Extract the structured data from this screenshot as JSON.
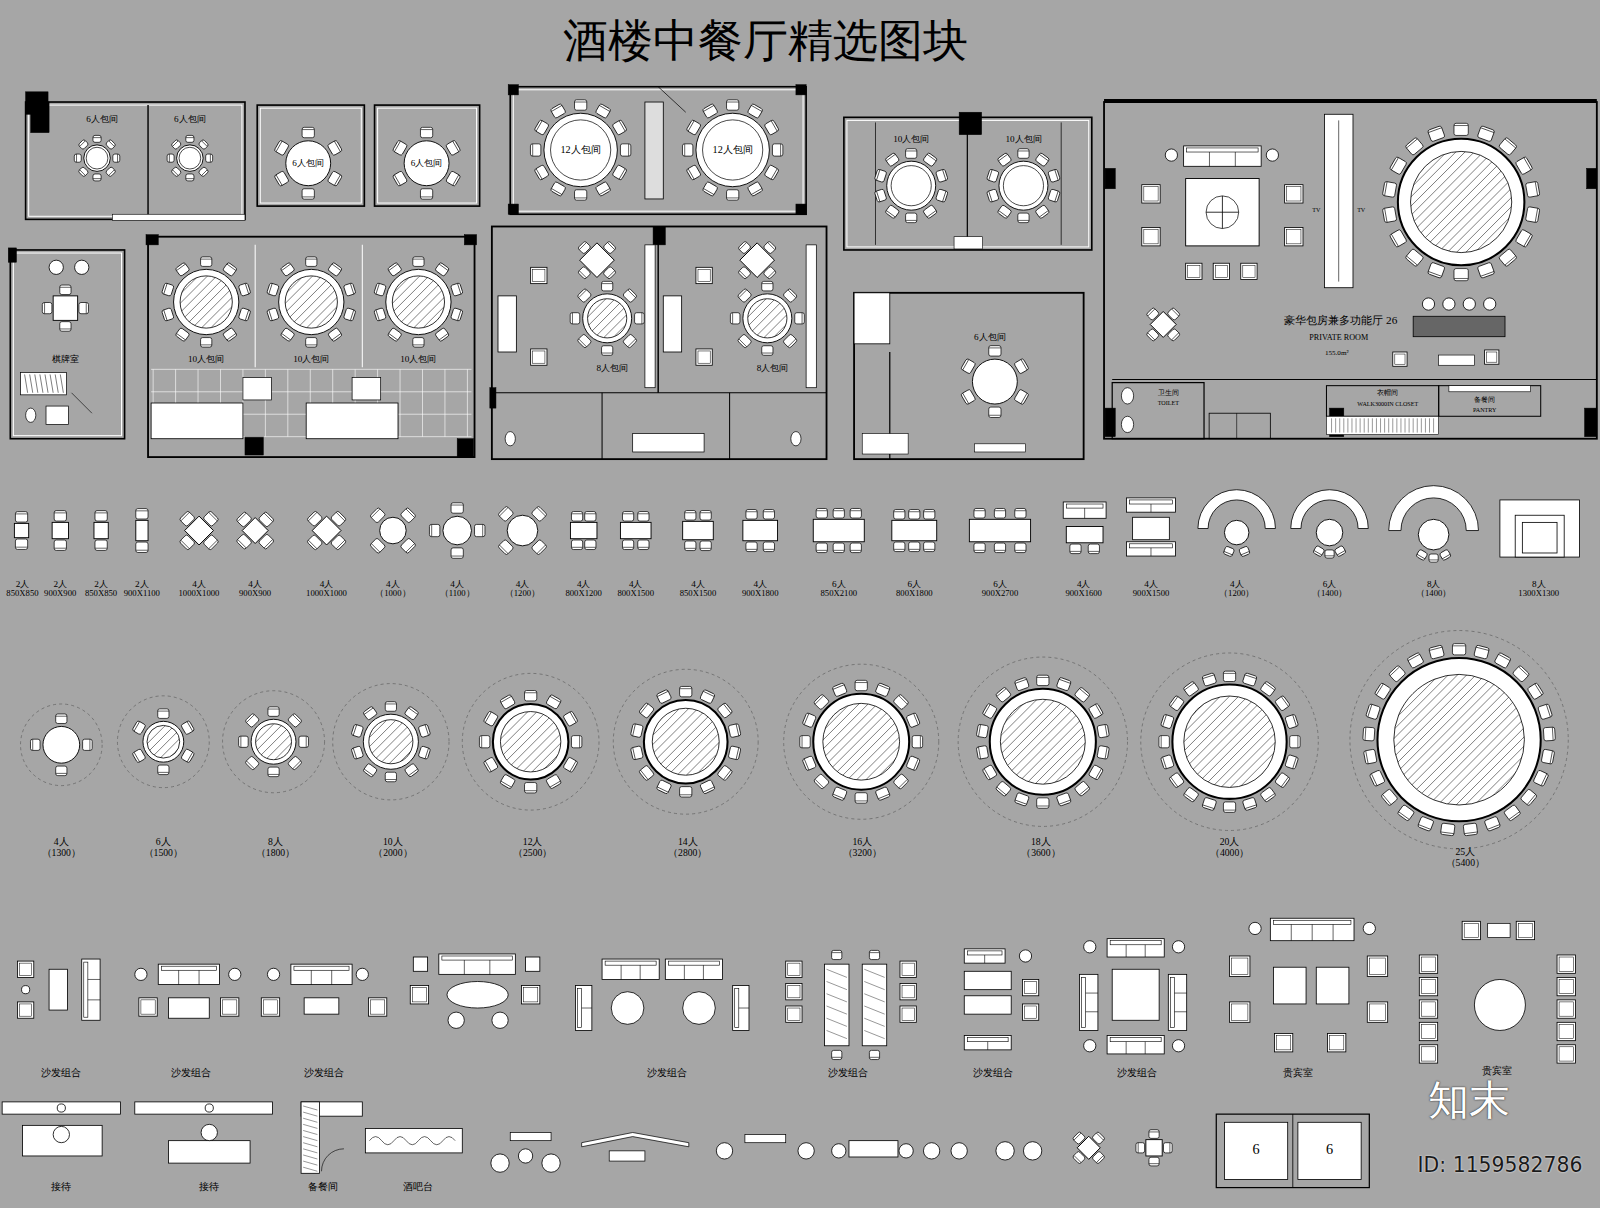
{
  "diagram": {
    "title": "酒楼中餐厅精选图块",
    "labels": [
      "6人包间",
      "6人包间",
      "6人包间",
      "6人包间",
      "12人包间",
      "12人包间",
      "10人包间",
      "10人包间",
      "棋牌室",
      "10人包间",
      "10人包间",
      "10人包间",
      "8人包间",
      "8人包间",
      "6人包间",
      "豪华包房兼多功能厅 26",
      "PRIVATE ROOM",
      "155.0m²",
      "卫生间",
      "TOILET",
      "衣帽间",
      "WALK3000IN CLOSET",
      "备餐间",
      "PANTRY",
      "TV",
      "TV",
      "2人",
      "850X850",
      "2人",
      "900X900",
      "2人",
      "850X850",
      "2人",
      "900X1100",
      "4人",
      "1000X1000",
      "4人",
      "900X900",
      "4人",
      "1000X1000",
      "4人",
      "（1000）",
      "4人",
      "（1100）",
      "4人",
      "（1200）",
      "4人",
      "800X1200",
      "4人",
      "800X1500",
      "4人",
      "850X1500",
      "4人",
      "900X1800",
      "6人",
      "850X2100",
      "6人",
      "800X1800",
      "6人",
      "900X2700",
      "4人",
      "900X1600",
      "4人",
      "900X1500",
      "4人",
      "（1200）",
      "6人",
      "（1400）",
      "8人",
      "（1400）",
      "8人",
      "1300X1300",
      "4人",
      "（1300）",
      "6人",
      "（1500）",
      "8人",
      "（1800）",
      "10人",
      "（2000）",
      "12人",
      "（2500）",
      "14人",
      "（2800）",
      "16人",
      "（3200）",
      "18人",
      "（3600）",
      "20人",
      "（4000）",
      "25人",
      "（5400）",
      "沙发组合",
      "沙发组合",
      "沙发组合",
      "沙发组合",
      "沙发组合",
      "沙发组合",
      "沙发组合",
      "贵宾室",
      "贵宾室",
      "接待",
      "接待",
      "备餐间",
      "酒吧台",
      "6",
      "6",
      "知末",
      "ID: 1159582786"
    ]
  }
}
